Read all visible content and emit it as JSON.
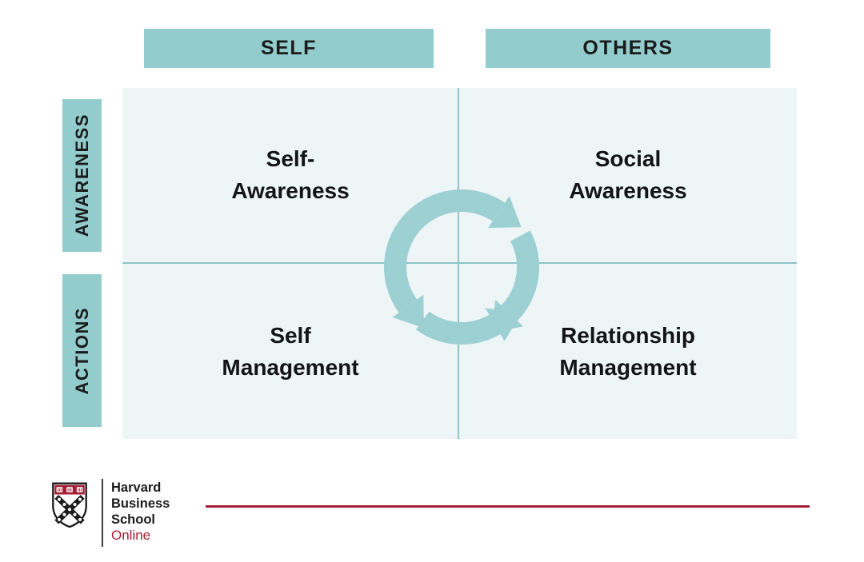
{
  "matrix": {
    "column_headers": {
      "self": "SELF",
      "others": "OTHERS"
    },
    "row_labels": {
      "awareness": "AWARENESS",
      "actions": "ACTIONS"
    },
    "quadrants": [
      {
        "id": "self-awareness",
        "lines": [
          "Self-",
          "Awareness"
        ]
      },
      {
        "id": "social-awareness",
        "lines": [
          "Social",
          "Awareness"
        ]
      },
      {
        "id": "self-management",
        "lines": [
          "Self",
          "Management"
        ]
      },
      {
        "id": "relationship-management",
        "lines": [
          "Relationship",
          "Management"
        ]
      }
    ],
    "center_icon": "cycle-arrows-icon"
  },
  "logo": {
    "shield_icon": "hbs-shield-icon",
    "lines": [
      "Harvard",
      "Business",
      "School"
    ],
    "sub": "Online"
  },
  "colors": {
    "teal_box": "#93cccd",
    "teal_arrows": "#9dd0d3",
    "panel_bg": "#edf5f7",
    "divider": "#8cc5ca",
    "crimson": "#a41e35",
    "text": "#1b1b1b"
  }
}
